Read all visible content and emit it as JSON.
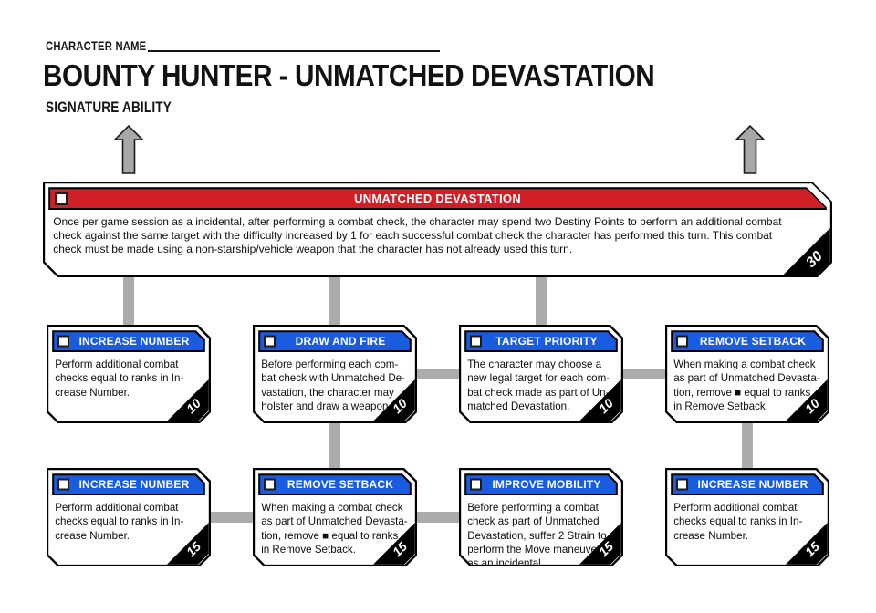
{
  "colors": {
    "red": "#D01F27",
    "blue": "#1A5CE0",
    "gray": "#ACACAC"
  },
  "header": {
    "character_name_label": "CHARACTER NAME",
    "title": "BOUNTY HUNTER - UNMATCHED DEVASTATION",
    "subtitle": "SIGNATURE ABILITY"
  },
  "signature_ability": {
    "name": "UNMATCHED DEVASTATION",
    "description": "Once per game session as a incidental, after performing a combat check, the character may spend two Destiny Points to perform an additional combat\ncheck against the same target with the difficulty increased by 1 for each successful combat check the character has performed this turn. This combat\ncheck must be made using a non-starship/vehicle weapon that the character has not already used this turn.",
    "cost": "30"
  },
  "upgrades": [
    {
      "name": "INCREASE NUMBER",
      "description": "Perform additional combat\nchecks equal to ranks in In-\ncrease Number.",
      "cost": "10"
    },
    {
      "name": "DRAW AND FIRE",
      "description": "Before performing each com-\nbat check with Unmatched De-\nvastation, the character may\nholster and draw a weapon.",
      "cost": "10"
    },
    {
      "name": "TARGET PRIORITY",
      "description": "The character may choose a\nnew legal target for each com-\nbat check made as part of Un-\nmatched Devastation.",
      "cost": "10"
    },
    {
      "name": "REMOVE SETBACK",
      "description": "When making a combat check\nas part of Unmatched Devasta-\ntion, remove ■ equal to ranks\nin Remove Setback.",
      "cost": "10"
    },
    {
      "name": "INCREASE NUMBER",
      "description": "Perform additional combat\nchecks equal to ranks in In-\ncrease Number.",
      "cost": "15"
    },
    {
      "name": "REMOVE SETBACK",
      "description": "When making a combat check\nas part of Unmatched Devasta-\ntion, remove ■ equal to ranks\nin Remove Setback.",
      "cost": "15"
    },
    {
      "name": "IMPROVE MOBILITY",
      "description": "Before performing a combat\ncheck as part of Unmatched\nDevastation, suffer 2 Strain to\nperform the Move maneuver\nas an incidental.",
      "cost": "15"
    },
    {
      "name": "INCREASE NUMBER",
      "description": "Perform additional combat\nchecks equal to ranks in In-\ncrease Number.",
      "cost": "15"
    }
  ]
}
